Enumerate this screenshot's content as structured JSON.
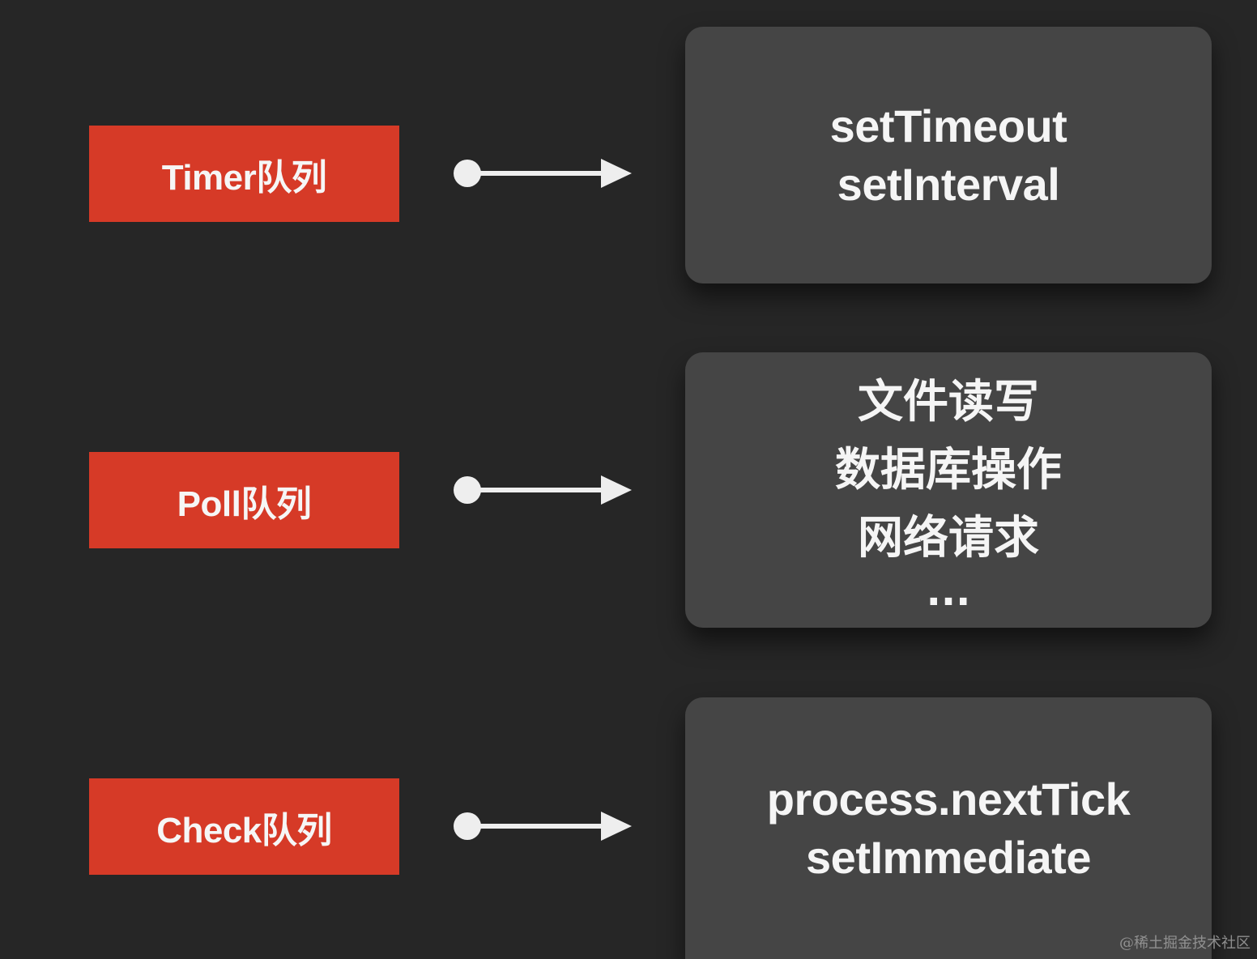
{
  "queues": [
    {
      "label": "Timer队列",
      "tasks": [
        "setTimeout",
        "setInterval"
      ]
    },
    {
      "label": "Poll队列",
      "tasks": [
        "文件读写",
        "数据库操作",
        "网络请求",
        "..."
      ]
    },
    {
      "label": "Check队列",
      "tasks": [
        "process.nextTick",
        "setImmediate"
      ]
    }
  ],
  "watermark": "@稀土掘金技术社区",
  "colors": {
    "background": "#262626",
    "queue_label": "#d63a27",
    "task_box": "#454545",
    "text": "#f5f5f5",
    "arrow": "#eeeeee"
  }
}
